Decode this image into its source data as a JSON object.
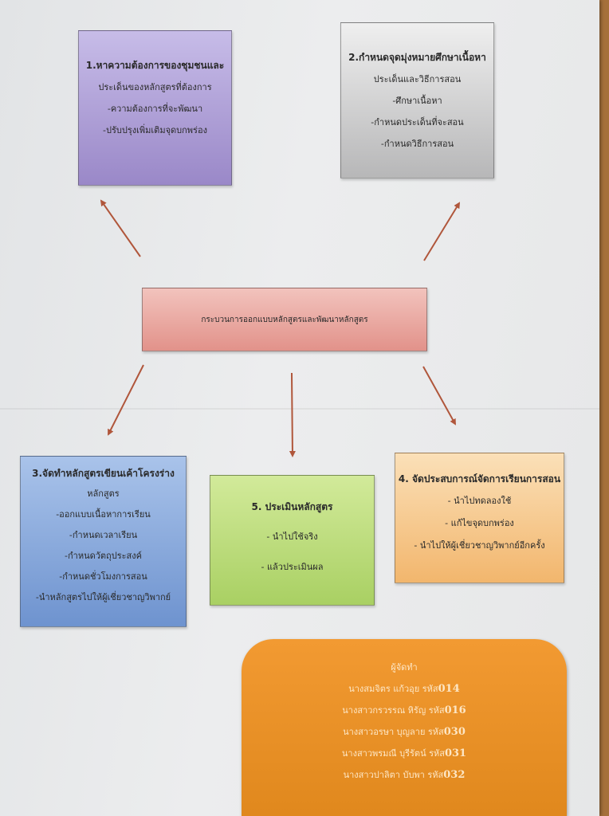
{
  "center": {
    "label": "กระบวนการออกแบบหลักสูตรและพัฒนาหลักสูตร"
  },
  "box1": {
    "title": "1.หาความต้องการของชุมชนและ",
    "title2": "ประเด็นของหลักสูตรที่ต้องการ",
    "items": [
      "-ความต้องการที่จะพัฒนา",
      "-ปรับปรุงเพิ่มเติมจุดบกพร่อง"
    ]
  },
  "box2": {
    "title": "2.กำหนดจุดมุ่งหมายศึกษาเนื้อหา",
    "title2": "ประเด็นและวิธีการสอน",
    "items": [
      "-ศึกษาเนื้อหา",
      "-กำหนดประเด็นที่จะสอน",
      "-กำหนดวิธีการสอน"
    ]
  },
  "box3": {
    "title": "3.จัดทำหลักสูตรเขียนเค้าโครงร่าง",
    "title2": "หลักสูตร",
    "items": [
      "-ออกแบบเนื้อหาการเรียน",
      "-กำหนดเวลาเรียน",
      "-กำหนดวัตถุประสงค์",
      "-กำหนดชั่วโมงการสอน",
      "-นำหลักสูตรไปให้ผู้เชี่ยวชาญวิพากย์"
    ]
  },
  "box4": {
    "title": "4. จัดประสบการณ์จัดการเรียนการสอน",
    "items": [
      "- นำไปทดลองใช้",
      "- แก้ไขจุดบกพร่อง",
      "- นำไปให้ผู้เชี่ยวชาญวิพากย์อีกครั้ง"
    ]
  },
  "box5": {
    "title": "5. ประเมินหลักสูตร",
    "items": [
      "- นำไปใช้จริง",
      "- แล้วประเมินผล"
    ]
  },
  "credits": {
    "heading": "ผู้จัดทำ",
    "members": [
      {
        "name": "นางสมจิตร แก้วอุย รหัส",
        "code": "014"
      },
      {
        "name": "นางสาวกรวรรณ  หิรัญ รหัส",
        "code": "016"
      },
      {
        "name": "นางสาวอรษา  บุญลาย รหัส",
        "code": "030"
      },
      {
        "name": "นางสาวพรมณี  บุรีรัตน์ รหัส",
        "code": "031"
      },
      {
        "name": "นางสาวปาลิตา  บับพา รหัส",
        "code": "032"
      }
    ]
  },
  "colors": {
    "arrow": "#b0563b"
  }
}
